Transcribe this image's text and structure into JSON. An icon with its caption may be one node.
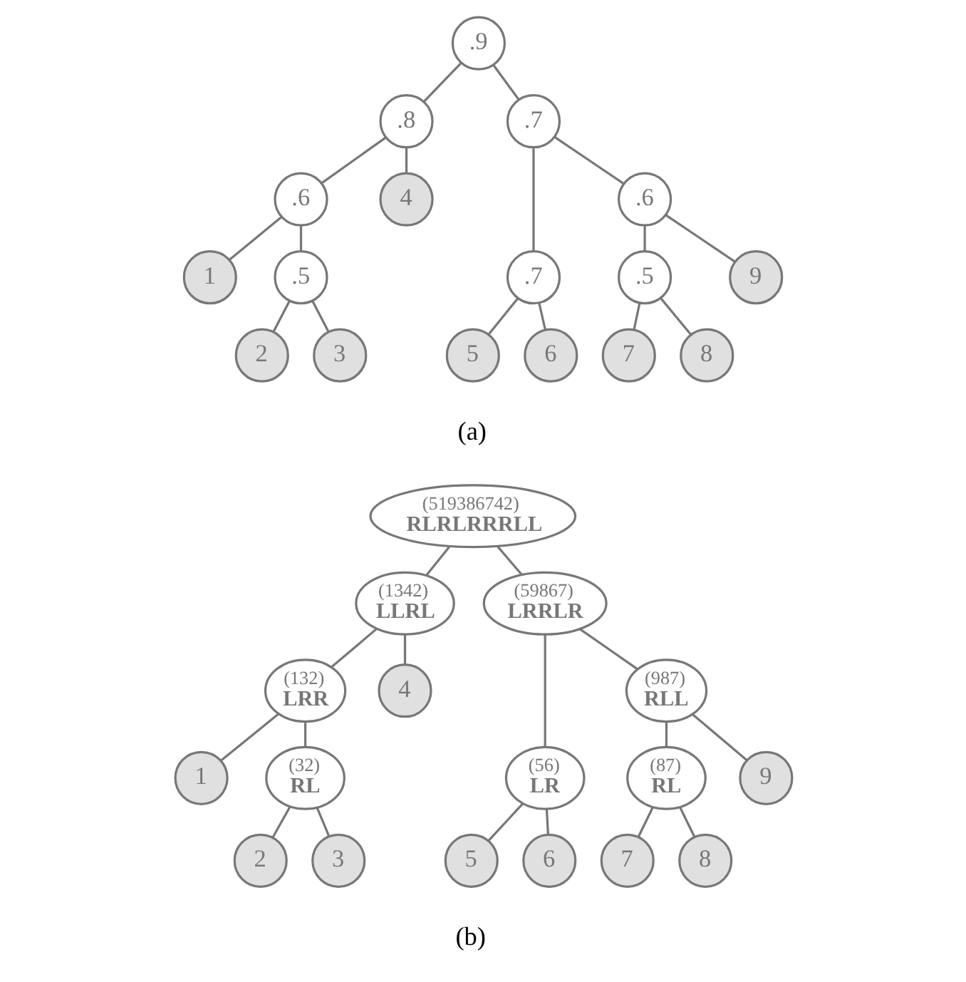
{
  "diagram": {
    "nodes": [
      {
        "text": [
          ".9"
        ]
      },
      {
        "text": [
          ".8"
        ]
      },
      {
        "text": [
          ".7"
        ]
      },
      {
        "text": [
          ".6"
        ]
      },
      {
        "text": [
          "4"
        ]
      },
      {
        "text": [
          ".7"
        ]
      },
      {
        "text": [
          ".6"
        ]
      },
      {
        "text": [
          "1"
        ]
      },
      {
        "text": [
          ".5"
        ]
      },
      {
        "text": [
          "5"
        ]
      },
      {
        "text": [
          "6"
        ]
      },
      {
        "text": [
          ".5"
        ]
      },
      {
        "text": [
          "9"
        ]
      },
      {
        "text": [
          "2"
        ]
      },
      {
        "text": [
          "3"
        ]
      },
      {
        "text": [
          "7"
        ]
      },
      {
        "text": [
          "8"
        ]
      },
      {
        "text": [
          "(519386742)",
          "RLRLRRRLL"
        ]
      },
      {
        "text": [
          "(1342)",
          "LLRL"
        ]
      },
      {
        "text": [
          "(59867)",
          "LRRLR"
        ]
      },
      {
        "text": [
          "(132)",
          "LRR"
        ]
      },
      {
        "text": [
          "4"
        ]
      },
      {
        "text": [
          "(56)",
          "LR"
        ]
      },
      {
        "text": [
          "(987)",
          "RLL"
        ]
      },
      {
        "text": [
          "1"
        ]
      },
      {
        "text": [
          "(32)",
          "RL"
        ]
      },
      {
        "text": [
          "5"
        ]
      },
      {
        "text": [
          "6"
        ]
      },
      {
        "text": [
          "(87)",
          "RL"
        ]
      },
      {
        "text": [
          "9"
        ]
      },
      {
        "text": [
          "2"
        ]
      },
      {
        "text": [
          "3"
        ]
      },
      {
        "text": [
          "7"
        ]
      },
      {
        "text": [
          "8"
        ]
      }
    ],
    "edges": [
      {
        "from": 0,
        "to": 1,
        "arrow": "none"
      },
      {
        "from": 0,
        "to": 2,
        "arrow": "none"
      },
      {
        "from": 1,
        "to": 3,
        "arrow": "none"
      },
      {
        "from": 1,
        "to": 4,
        "arrow": "none"
      },
      {
        "from": 2,
        "to": 5,
        "arrow": "none"
      },
      {
        "from": 2,
        "to": 6,
        "arrow": "none"
      },
      {
        "from": 3,
        "to": 7,
        "arrow": "none"
      },
      {
        "from": 3,
        "to": 8,
        "arrow": "none"
      },
      {
        "from": 5,
        "to": 9,
        "arrow": "none"
      },
      {
        "from": 5,
        "to": 10,
        "arrow": "none"
      },
      {
        "from": 6,
        "to": 11,
        "arrow": "none"
      },
      {
        "from": 6,
        "to": 12,
        "arrow": "none"
      },
      {
        "from": 8,
        "to": 13,
        "arrow": "none"
      },
      {
        "from": 8,
        "to": 14,
        "arrow": "none"
      },
      {
        "from": 11,
        "to": 15,
        "arrow": "none"
      },
      {
        "from": 11,
        "to": 16,
        "arrow": "none"
      },
      {
        "from": 17,
        "to": 18,
        "arrow": "none"
      },
      {
        "from": 17,
        "to": 19,
        "arrow": "none"
      },
      {
        "from": 18,
        "to": 20,
        "arrow": "none"
      },
      {
        "from": 18,
        "to": 21,
        "arrow": "none"
      },
      {
        "from": 19,
        "to": 22,
        "arrow": "none"
      },
      {
        "from": 19,
        "to": 23,
        "arrow": "none"
      },
      {
        "from": 20,
        "to": 24,
        "arrow": "none"
      },
      {
        "from": 20,
        "to": 25,
        "arrow": "none"
      },
      {
        "from": 22,
        "to": 26,
        "arrow": "none"
      },
      {
        "from": 22,
        "to": 27,
        "arrow": "none"
      },
      {
        "from": 23,
        "to": 28,
        "arrow": "none"
      },
      {
        "from": 23,
        "to": 29,
        "arrow": "none"
      },
      {
        "from": 25,
        "to": 30,
        "arrow": "none"
      },
      {
        "from": 25,
        "to": 31,
        "arrow": "none"
      },
      {
        "from": 28,
        "to": 32,
        "arrow": "none"
      },
      {
        "from": 28,
        "to": 33,
        "arrow": "none"
      }
    ],
    "labels": [
      "(a)",
      "(b)"
    ]
  }
}
